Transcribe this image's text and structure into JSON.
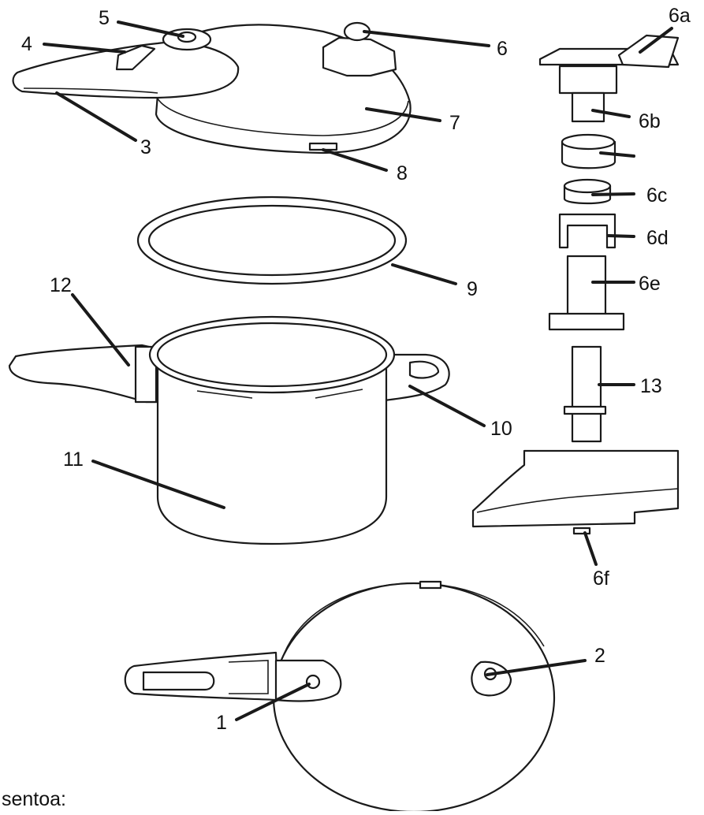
{
  "labels": {
    "l1": "1",
    "l2": "2",
    "l3": "3",
    "l4": "4",
    "l5": "5",
    "l6": "6",
    "l6a": "6a",
    "l6b": "6b",
    "l6c": "6c",
    "l6d": "6d",
    "l6e": "6e",
    "l6f": "6f",
    "l7": "7",
    "l8": "8",
    "l9": "9",
    "l10": "10",
    "l11": "11",
    "l12": "12",
    "l13": "13"
  },
  "footer_text": "sentoa:",
  "colors": {
    "ink": "#1a1a1a",
    "background": "#ffffff"
  }
}
